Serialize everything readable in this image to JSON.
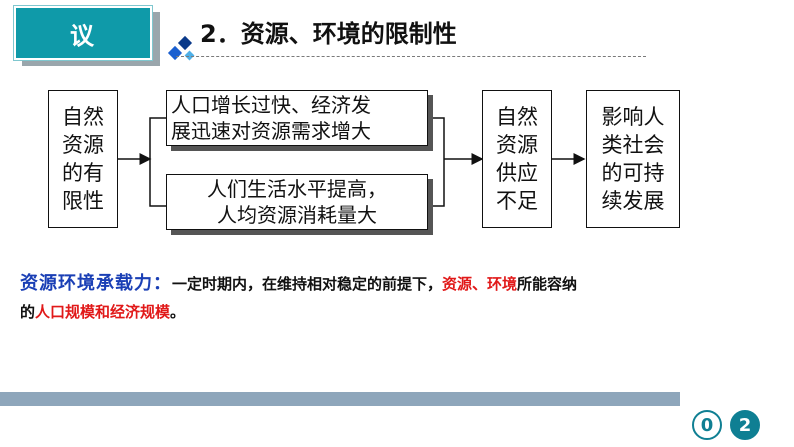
{
  "header": {
    "badge_label": "议",
    "section_title": "2．资源、环境的限制性"
  },
  "flowchart": {
    "box_resources": [
      "自然",
      "资源",
      "的有",
      "限性"
    ],
    "box_growth": [
      "人口增长过快、经济发",
      "展迅速对资源需求增大"
    ],
    "box_living": [
      "人们生活水平提高，",
      "人均资源消耗量大"
    ],
    "box_supply": [
      "自然",
      "资源",
      "供应",
      "不足"
    ],
    "box_impact": [
      "影响人",
      "类社会",
      "的可持",
      "续发展"
    ]
  },
  "definition": {
    "term": "资源环境承载力：",
    "part1": "一定时期内，在维持相对稳定的前提下，",
    "highlight1": "资源、环境",
    "part2": "所能容纳",
    "part3": "的",
    "highlight2": "人口规模和经济规模",
    "part4": "。"
  },
  "pagination": {
    "digit1": "0",
    "digit2": "2"
  },
  "colors": {
    "badge": "#0f9aa9",
    "term": "#1a3fb5",
    "highlight": "#e11919",
    "footer_bar": "#8ea6bb",
    "page_circle": "#0f7f93"
  }
}
